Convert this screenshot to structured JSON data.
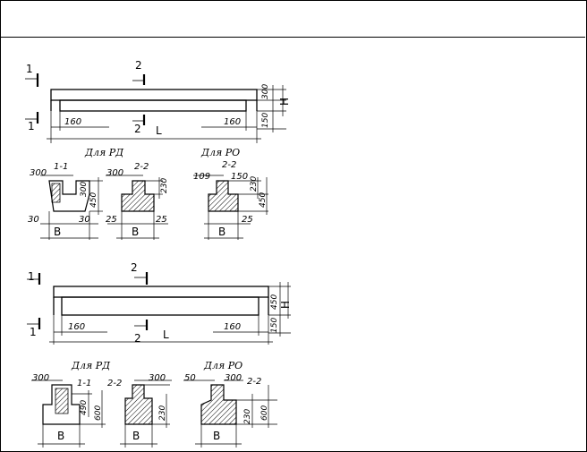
{
  "beam1": {
    "d300": "300",
    "d150": "150",
    "d160l": "160",
    "d160r": "160",
    "H": "H",
    "L": "L",
    "sec1": "1",
    "sec2": "2",
    "cap_rd": "Для РД",
    "cap_ro": "Для РО",
    "sec11": "1-1",
    "sec22": "2-2",
    "s1_300": "300",
    "s1_300v": "300",
    "s1_450": "450",
    "s1_30l": "30",
    "s1_30r": "30",
    "s1_B": "B",
    "s2_300": "300",
    "s2_230": "230",
    "s2_25l": "25",
    "s2_25r": "25",
    "s2_B": "B",
    "s3_109": "109",
    "s3_150": "150",
    "s3_230": "230",
    "s3_450": "450",
    "s3_25": "25",
    "s3_B": "B"
  },
  "beam2": {
    "d450": "450",
    "d150": "150",
    "d160l": "160",
    "d160r": "160",
    "H": "H",
    "L": "L",
    "sec1": "1",
    "sec2": "2",
    "cap_rd": "Для РД",
    "cap_ro": "Для РО",
    "sec11": "1-1",
    "sec22a": "2-2",
    "sec22b": "2-2",
    "t1_300": "300",
    "t1_490": "490",
    "t1_600": "600",
    "t1_B": "B",
    "t2_300": "300",
    "t2_230": "230",
    "t2_B": "B",
    "t3_50": "50",
    "t3_300": "300",
    "t3_230": "230",
    "t3_600": "600",
    "t3_B": "B"
  }
}
